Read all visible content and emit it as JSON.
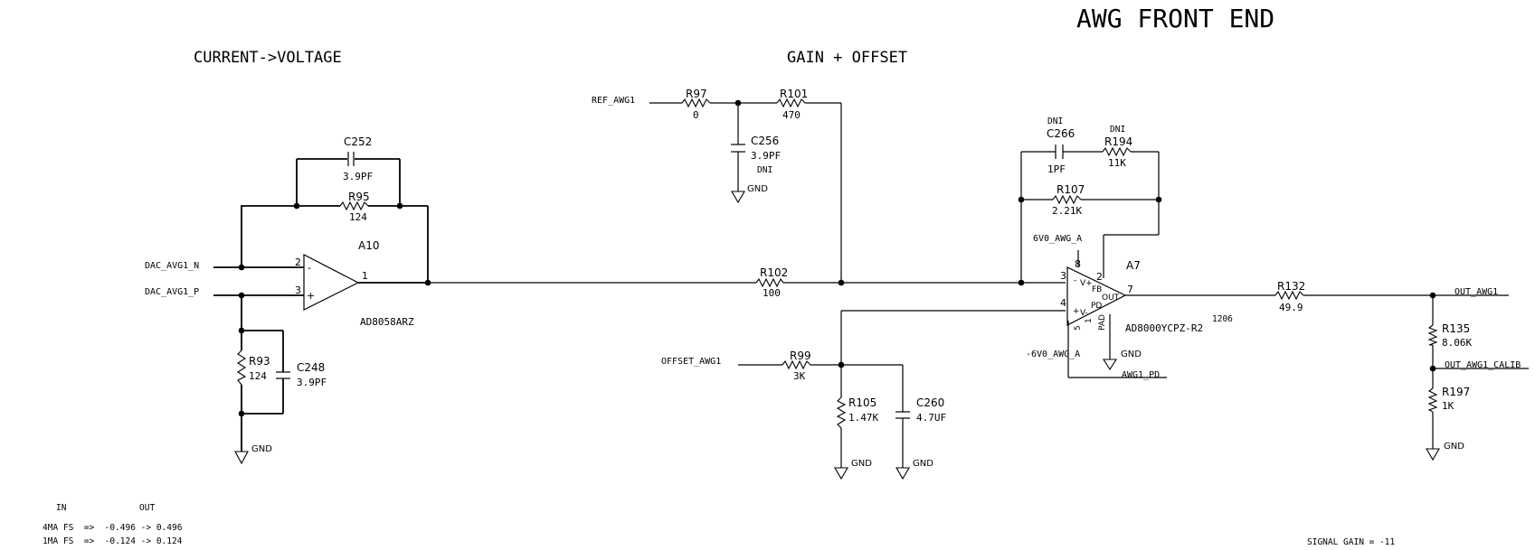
{
  "title": "AWG FRONT END",
  "sections": {
    "iv": "CURRENT->VOLTAGE",
    "gain": "GAIN + OFFSET"
  },
  "nets": {
    "dac_n": "DAC_AVG1_N",
    "dac_p": "DAC_AVG1_P",
    "ref": "REF_AWG1",
    "offset": "OFFSET_AWG1",
    "pos_rail": "6V0_AWG_A",
    "neg_rail": "-6V0_AWG_A",
    "pd": "AWG1_PD",
    "out": "OUT_AWG1",
    "out_calib": "OUT_AWG1_CALIB",
    "gnd": "GND"
  },
  "components": {
    "r97": {
      "ref": "R97",
      "value": "0"
    },
    "r101": {
      "ref": "R101",
      "value": "470"
    },
    "c256": {
      "ref": "C256",
      "value": "3.9PF",
      "note": "DNI"
    },
    "c252": {
      "ref": "C252",
      "value": "3.9PF"
    },
    "r95": {
      "ref": "R95",
      "value": "124"
    },
    "a10": {
      "ref": "A10",
      "part": "AD8058ARZ"
    },
    "r93": {
      "ref": "R93",
      "value": "124"
    },
    "c248": {
      "ref": "C248",
      "value": "3.9PF"
    },
    "r102": {
      "ref": "R102",
      "value": "100"
    },
    "r99": {
      "ref": "R99",
      "value": "3K"
    },
    "r105": {
      "ref": "R105",
      "value": "1.47K"
    },
    "c260": {
      "ref": "C260",
      "value": "4.7UF"
    },
    "c266": {
      "ref": "C266",
      "value": "1PF",
      "note": "DNI"
    },
    "r194": {
      "ref": "R194",
      "value": "11K",
      "note": "DNI"
    },
    "r107": {
      "ref": "R107",
      "value": "2.21K"
    },
    "a7": {
      "ref": "A7",
      "part": "AD8000YCPZ-R2",
      "package": "1206"
    },
    "r132": {
      "ref": "R132",
      "value": "49.9"
    },
    "r135": {
      "ref": "R135",
      "value": "8.06K"
    },
    "r197": {
      "ref": "R197",
      "value": "1K"
    }
  },
  "pins": {
    "a10_inv": "2",
    "a10_noninv": "3",
    "a10_out": "1",
    "a7_inv": "3",
    "a7_noninv": "4",
    "a7_vpos": "8",
    "a7_fb": "2",
    "a7_out": "7",
    "a7_vneg": "5",
    "a7_pd": "1",
    "a7_lbl_vpos": "V+",
    "a7_lbl_vneg": "V-",
    "a7_lbl_fb": "FB",
    "a7_lbl_out": "OUT",
    "a7_lbl_pd": "PD",
    "a7_lbl_pad": "PAD",
    "minus": "-",
    "plus": "+"
  },
  "notes": {
    "table_in": "IN",
    "table_out": "OUT",
    "row1": "4MA FS  =>  -0.496 -> 0.496",
    "row2": "1MA FS  =>  -0.124 -> 0.124",
    "signal_gain": "SIGNAL GAIN = -11"
  }
}
